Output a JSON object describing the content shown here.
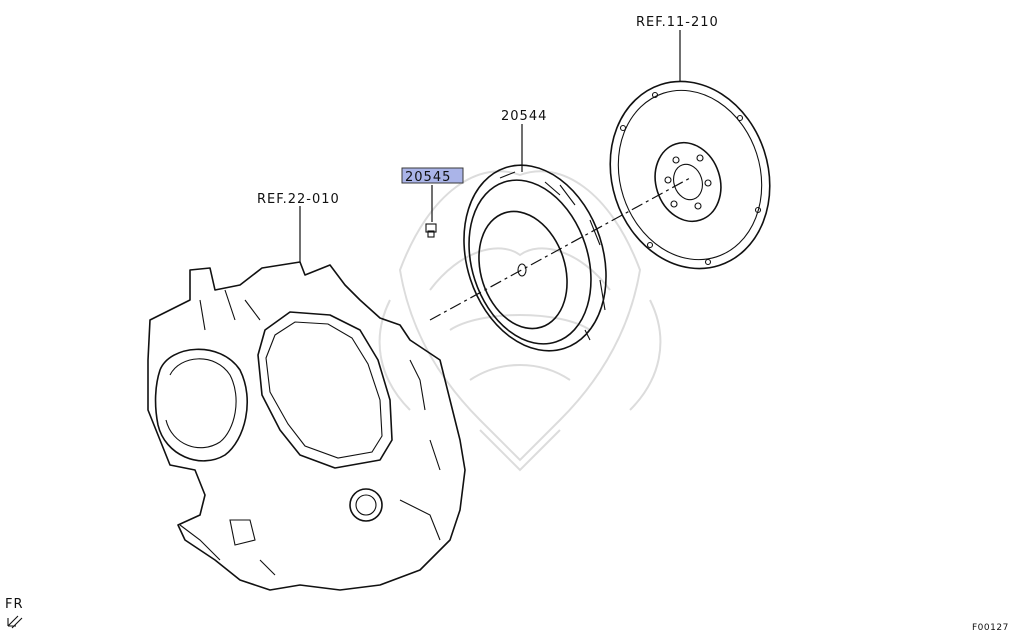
{
  "callouts": {
    "ref_flywheel": "REF.11-210",
    "ref_case": "REF.22-010",
    "part_20544": "20544",
    "part_20545": "20545"
  },
  "highlight": {
    "part": "20545",
    "color": "#aab4e8"
  },
  "orientation": {
    "label": "FR"
  },
  "figure_id": "F00127"
}
